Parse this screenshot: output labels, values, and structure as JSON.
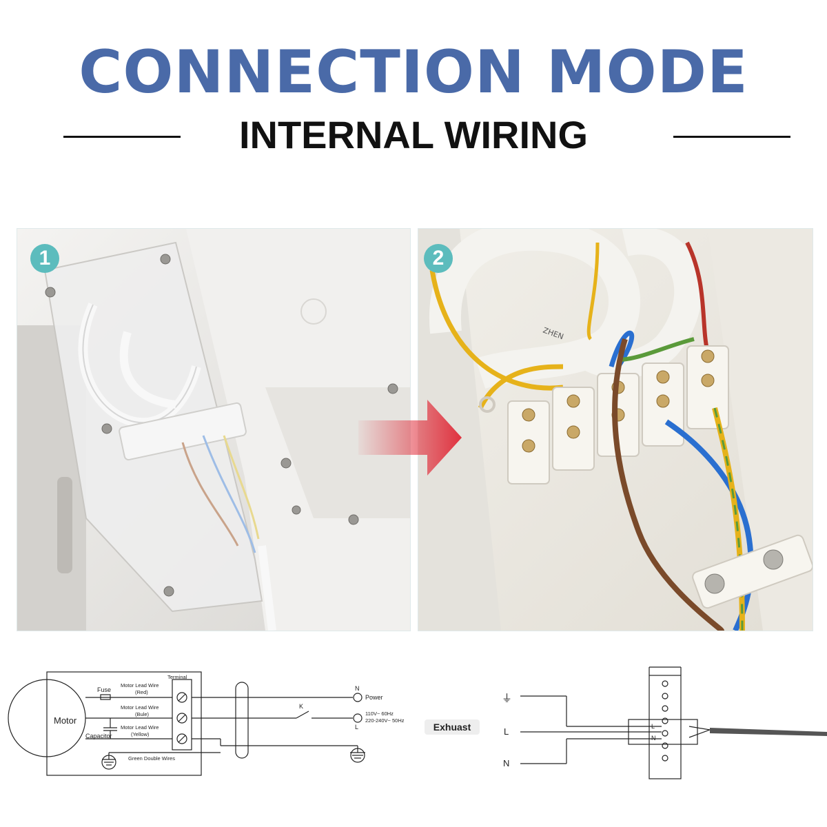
{
  "header": {
    "title": "CONNECTION MODE",
    "subtitle": "INTERNAL WIRING",
    "title_color": "#4a6aa8"
  },
  "photos": [
    {
      "badge": "1"
    },
    {
      "badge": "2",
      "cable_print": "ZHEN"
    }
  ],
  "wiring_diagram": {
    "motor": "Motor",
    "fuse": "Fuse",
    "capacitor": "Capacitor",
    "terminal": "Terminal",
    "lead_wires": [
      {
        "label": "Motor Lead Wire",
        "color": "(Red)"
      },
      {
        "label": "Motor Lead Wire",
        "color": "(Bule)"
      },
      {
        "label": "Motor Lead Wire",
        "color": "(Yellow)"
      }
    ],
    "ground": "Green Double Wires",
    "switch": "K",
    "n": "N",
    "power": "Power",
    "voltage_1": "110V~  60Hz",
    "voltage_2": "220-240V~  50Hz",
    "l": "L"
  },
  "exhaust_label": "Exhuast",
  "terminal_diagram": {
    "ground_symbol": "earth-icon",
    "l": "L",
    "n": "N",
    "block_l": "L",
    "block_n": "N"
  },
  "colors": {
    "badge": "#5cbcbd",
    "arrow": "#e0323f",
    "wire_blue": "#2a6fd0",
    "wire_brown": "#7a4a2a",
    "wire_yellow": "#e6b21a",
    "wire_green": "#5a9a3a"
  }
}
